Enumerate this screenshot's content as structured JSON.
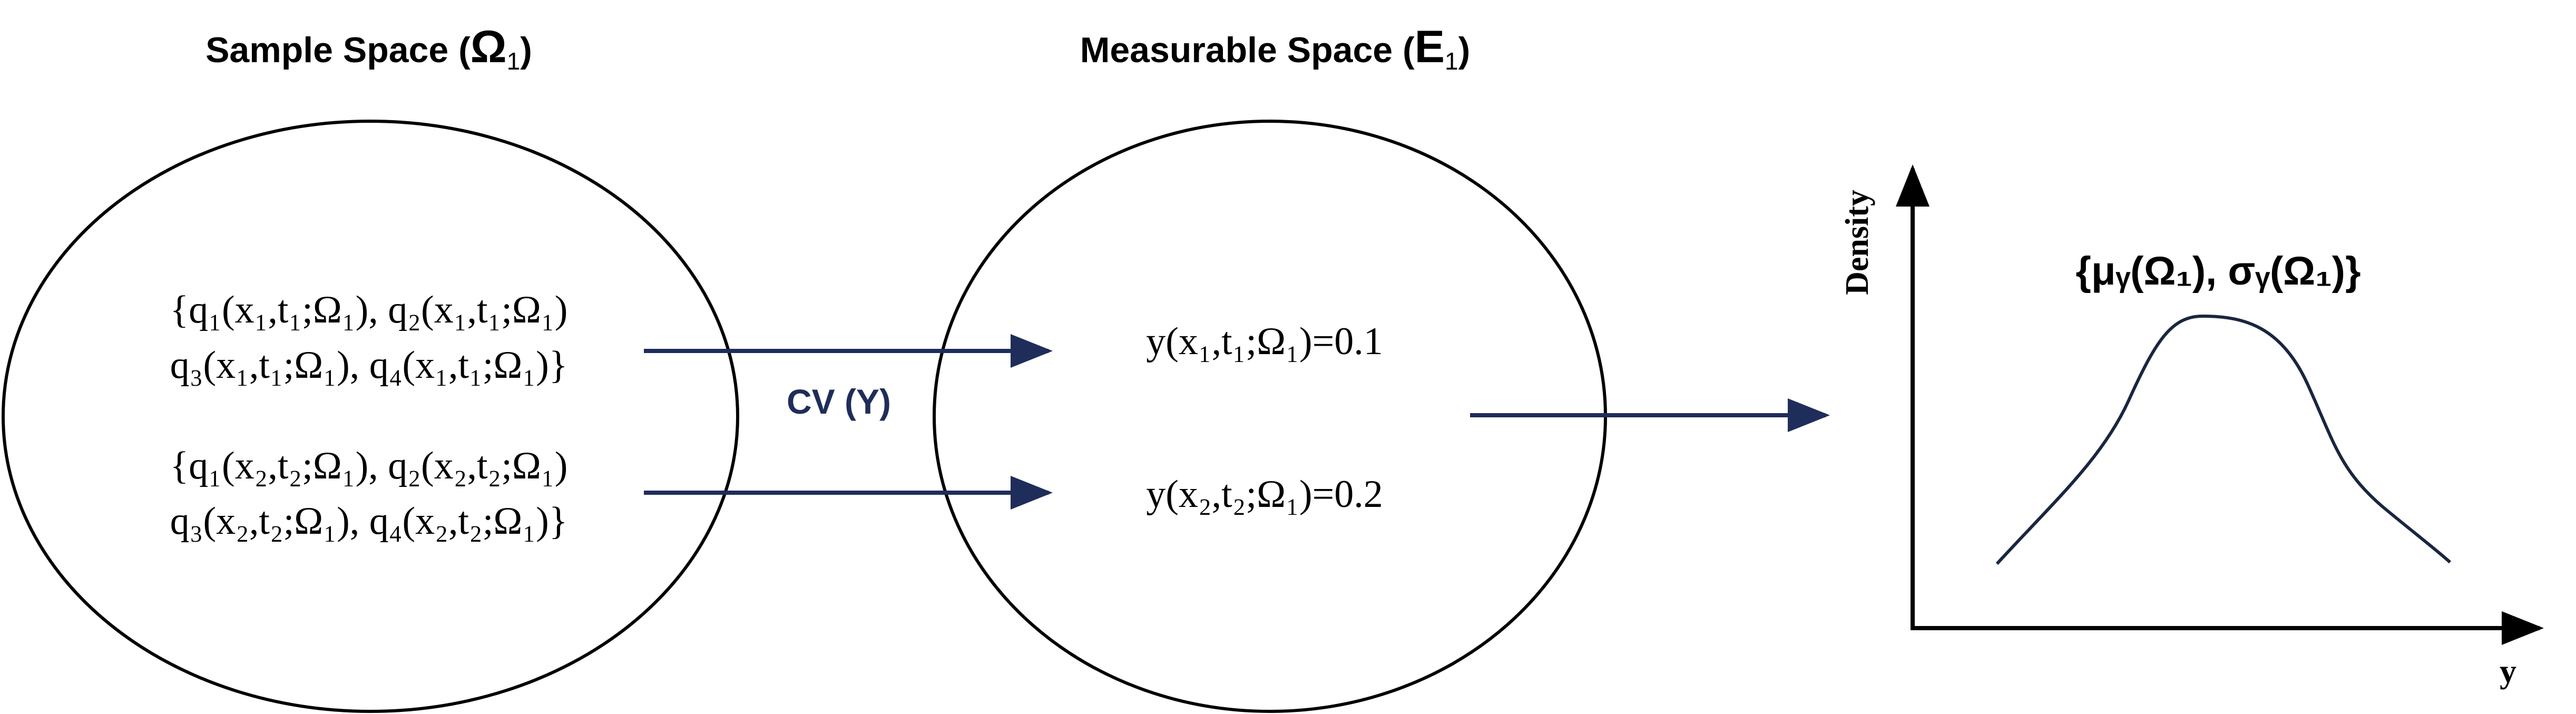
{
  "colors": {
    "line": "#000000",
    "arrow": "#1f2d5a",
    "cv_label": "#1f2d5a"
  },
  "titles": {
    "sample_space": {
      "main": "Sample Space (",
      "symbol": "Ω",
      "sub": "1",
      "close": ")"
    },
    "measurable_space": {
      "main": "Measurable Space (",
      "symbol": "E",
      "sub": "1",
      "close": ")"
    }
  },
  "sample_set_1": {
    "line1": "{q₁(x₁,t₁;Ω₁), q₂(x₁,t₁;Ω₁)",
    "line2": "q₃(x₁,t₁;Ω₁), q₄(x₁,t₁;Ω₁)}"
  },
  "sample_set_2": {
    "line1": "{q₁(x₂,t₂;Ω₁), q₂(x₂,t₂;Ω₁)",
    "line2": "q₃(x₂,t₂;Ω₁), q₄(x₂,t₂;Ω₁)}"
  },
  "cv_label": "CV (Y)",
  "measurable_values": {
    "y1": "y(x₁,t₁;Ω₁)=0.1",
    "y2": "y(x₂,t₂;Ω₁)=0.2"
  },
  "density_plot": {
    "ylabel": "Density",
    "xlabel": "y",
    "stats_label": "{μᵧ(Ω₁), σᵧ(Ω₁)}"
  }
}
